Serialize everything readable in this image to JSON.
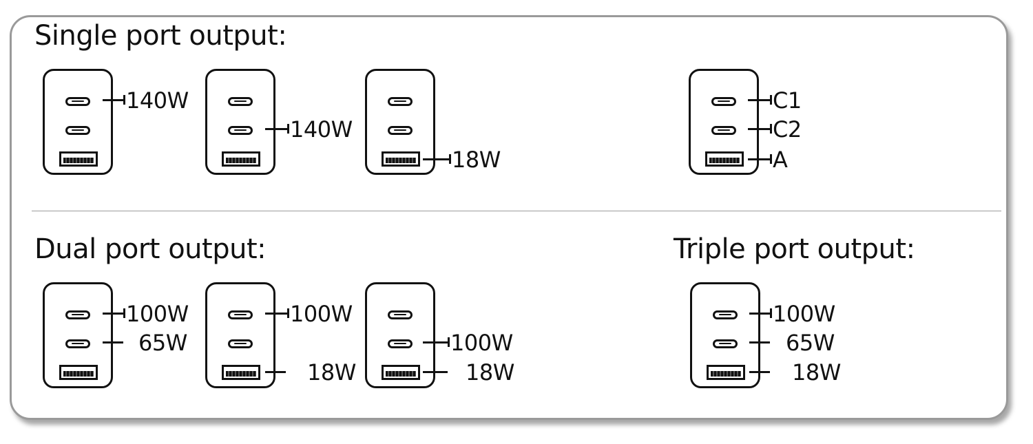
{
  "sections": {
    "single": {
      "heading": "Single port output:"
    },
    "dual": {
      "heading": "Dual port output:"
    },
    "triple": {
      "heading": "Triple port output:"
    }
  },
  "legend": {
    "c1": "C1",
    "c2": "C2",
    "a": "A"
  },
  "single_port": [
    {
      "port": "C1",
      "label": "140W"
    },
    {
      "port": "C2",
      "label": "140W"
    },
    {
      "port": "A",
      "label": "18W"
    }
  ],
  "dual_port": [
    {
      "c1": "100W",
      "c2": "65W"
    },
    {
      "c1": "100W",
      "a": "18W"
    },
    {
      "c2": "100W",
      "a": "18W"
    }
  ],
  "triple_port": {
    "c1": "100W",
    "c2": "65W",
    "a": "18W"
  }
}
